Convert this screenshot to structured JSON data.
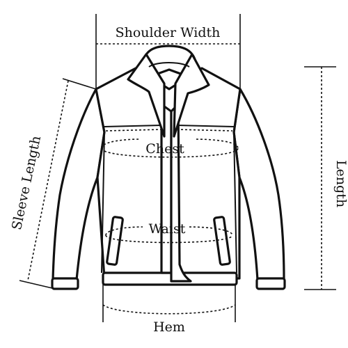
{
  "labels": {
    "shoulder_width": "Shoulder Width",
    "chest": "Chest",
    "waist": "Waist",
    "hem": "Hem",
    "length": "Length",
    "sleeve_length": "Sleeve Length"
  },
  "colors": {
    "line": "#111111",
    "background": "#ffffff"
  }
}
